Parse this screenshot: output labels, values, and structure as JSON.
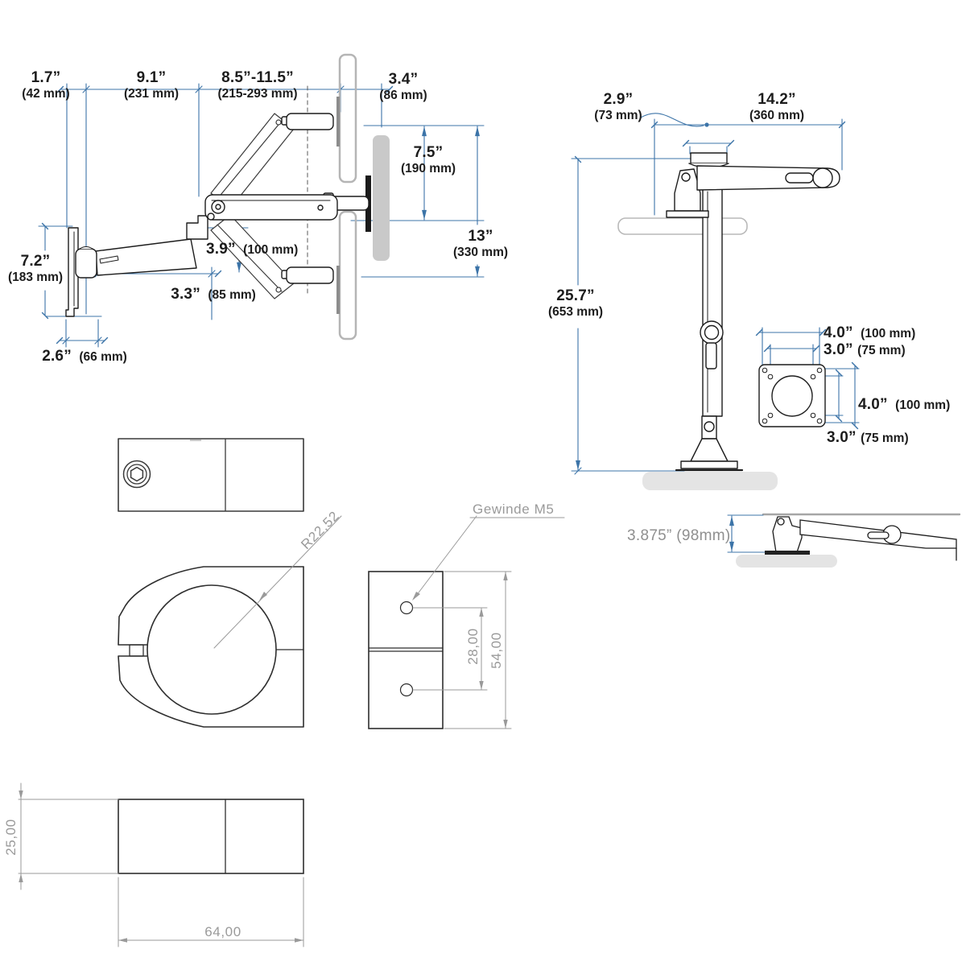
{
  "title": "Monitor arm dimensional drawing",
  "colors": {
    "dimension_blue": "#3c74a8",
    "cad_gray": "#9a9a9a",
    "ink": "#1c1c1c",
    "ghost_gray": "#b5b5b5",
    "pad_gray": "#e4e4e4"
  },
  "wall_view": {
    "d_depth_min": {
      "in": "1.7”",
      "mm": "(42 mm)"
    },
    "d_arm_reach": {
      "in": "9.1”",
      "mm": "(231 mm)"
    },
    "d_extension": {
      "in": "8.5”-11.5”",
      "mm": "(215-293 mm)"
    },
    "d_monitor_off": {
      "in": "3.4”",
      "mm": "(86 mm)"
    },
    "d_lift_upper": {
      "in": "7.5”",
      "mm": "(190 mm)"
    },
    "d_lift_total": {
      "in": "13”",
      "mm": "(330 mm)"
    },
    "d_vesa_drop": {
      "in": "3.9”",
      "mm": "(100 mm)"
    },
    "d_arm_drop": {
      "in": "3.3”",
      "mm": "(85 mm)"
    },
    "d_track": {
      "in": "7.2”",
      "mm": "(183 mm)"
    },
    "d_wall_depth": {
      "in": "2.6”",
      "mm": "(66 mm)"
    }
  },
  "pole_view": {
    "d_cap": {
      "in": "2.9”",
      "mm": "(73 mm)"
    },
    "d_reach": {
      "in": "14.2”",
      "mm": "(360 mm)"
    },
    "d_height": {
      "in": "25.7”",
      "mm": "(653 mm)"
    }
  },
  "vesa_detail": {
    "d_h100": {
      "in": "4.0”",
      "mm": "(100 mm)"
    },
    "d_h75": {
      "in": "3.0”",
      "mm": "(75 mm)"
    },
    "d_v100": {
      "in": "4.0”",
      "mm": "(100 mm)"
    },
    "d_v75": {
      "in": "3.0”",
      "mm": "(75 mm)"
    }
  },
  "side_view": {
    "d_folded_height": "3.875” (98mm)"
  },
  "clamp_detail": {
    "radius": "R22,52"
  },
  "plate_detail": {
    "thread_label": "Gewinde M5",
    "d_hole_spacing": "28,00",
    "d_height": "54,00"
  },
  "block_detail": {
    "d_height": "25,00",
    "d_width": "64,00"
  }
}
